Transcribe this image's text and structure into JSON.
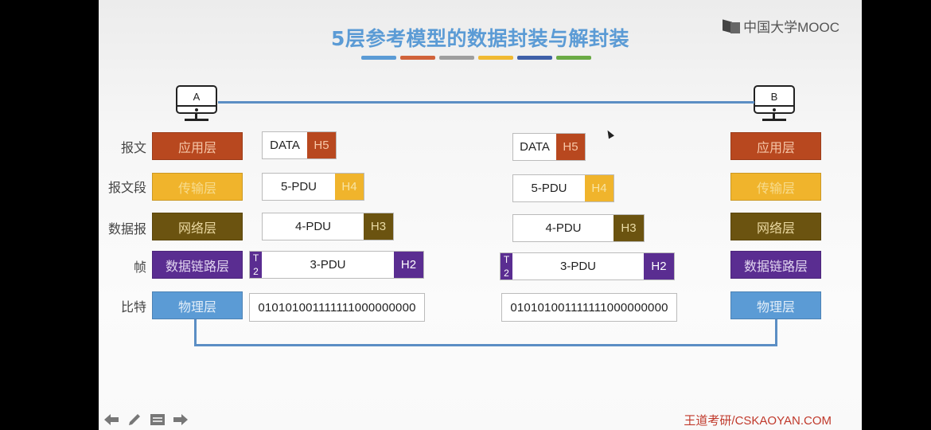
{
  "slide": {
    "title": "5层参考模型的数据封装与解封装",
    "title_color": "#5b9bd5",
    "color_bars": [
      "#5b9bd5",
      "#d0623a",
      "#9e9e9e",
      "#f0b932",
      "#3e5fa8",
      "#6aaa45"
    ],
    "logo_text": "中国大学MOOC",
    "footer_text": "王道考研/CSKAOYAN.COM"
  },
  "hosts": {
    "left": {
      "label": "A"
    },
    "right": {
      "label": "B"
    }
  },
  "row_labels": [
    "报文",
    "报文段",
    "数据报",
    "帧",
    "比特"
  ],
  "layers": [
    {
      "name": "应用层",
      "bg": "#b8481f",
      "fg": "#f5c6a8"
    },
    {
      "name": "传输层",
      "bg": "#f0b42c",
      "fg": "#f7dc8e"
    },
    {
      "name": "网络层",
      "bg": "#6b5310",
      "fg": "#e9d7a0"
    },
    {
      "name": "数据链路层",
      "bg": "#5a2d91",
      "fg": "#e2d6f0"
    },
    {
      "name": "物理层",
      "bg": "#5b9bd5",
      "fg": "#e3eef8"
    }
  ],
  "encapsulation": {
    "left": [
      {
        "body": "DATA",
        "header": "H5"
      },
      {
        "body": "5-PDU",
        "header": "H4"
      },
      {
        "body": "4-PDU",
        "header": "H3"
      },
      {
        "body": "3-PDU",
        "header": "H2",
        "trailer": [
          "T",
          "2"
        ]
      },
      {
        "bits": "010101001111111000000000"
      }
    ],
    "right": [
      {
        "body": "DATA",
        "header": "H5"
      },
      {
        "body": "5-PDU",
        "header": "H4"
      },
      {
        "body": "4-PDU",
        "header": "H3"
      },
      {
        "body": "3-PDU",
        "header": "H2",
        "trailer": [
          "T",
          "2"
        ]
      },
      {
        "bits": "010101001111111000000000"
      }
    ]
  },
  "nav": {
    "prev": "prev-arrow",
    "pen": "pen",
    "menu": "menu",
    "next": "next-arrow"
  }
}
